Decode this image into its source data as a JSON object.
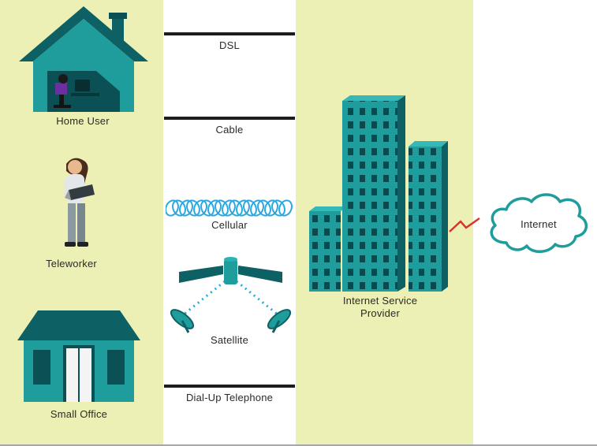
{
  "colors": {
    "panel_bg": "#edf0b4",
    "teal": "#1f9c9c",
    "teal_dark": "#0d6165",
    "line_black": "#1c1c1c",
    "cellular_blue": "#2aa9e0",
    "zigzag_red": "#d9342b",
    "label_text": "#2a2a2a"
  },
  "left_column": {
    "items": [
      {
        "label": "Home User",
        "icon": "house-icon"
      },
      {
        "label": "Teleworker",
        "icon": "teleworker-person-icon"
      },
      {
        "label": "Small Office",
        "icon": "office-building-icon"
      }
    ]
  },
  "connections": [
    {
      "label": "DSL",
      "type": "line"
    },
    {
      "label": "Cable",
      "type": "line"
    },
    {
      "label": "Cellular",
      "type": "coil"
    },
    {
      "label": "Satellite",
      "type": "satellite"
    },
    {
      "label": "Dial-Up Telephone",
      "type": "line"
    }
  ],
  "right_column": {
    "isp_label": "Internet Service\nProvider",
    "cloud_label": "Internet"
  }
}
